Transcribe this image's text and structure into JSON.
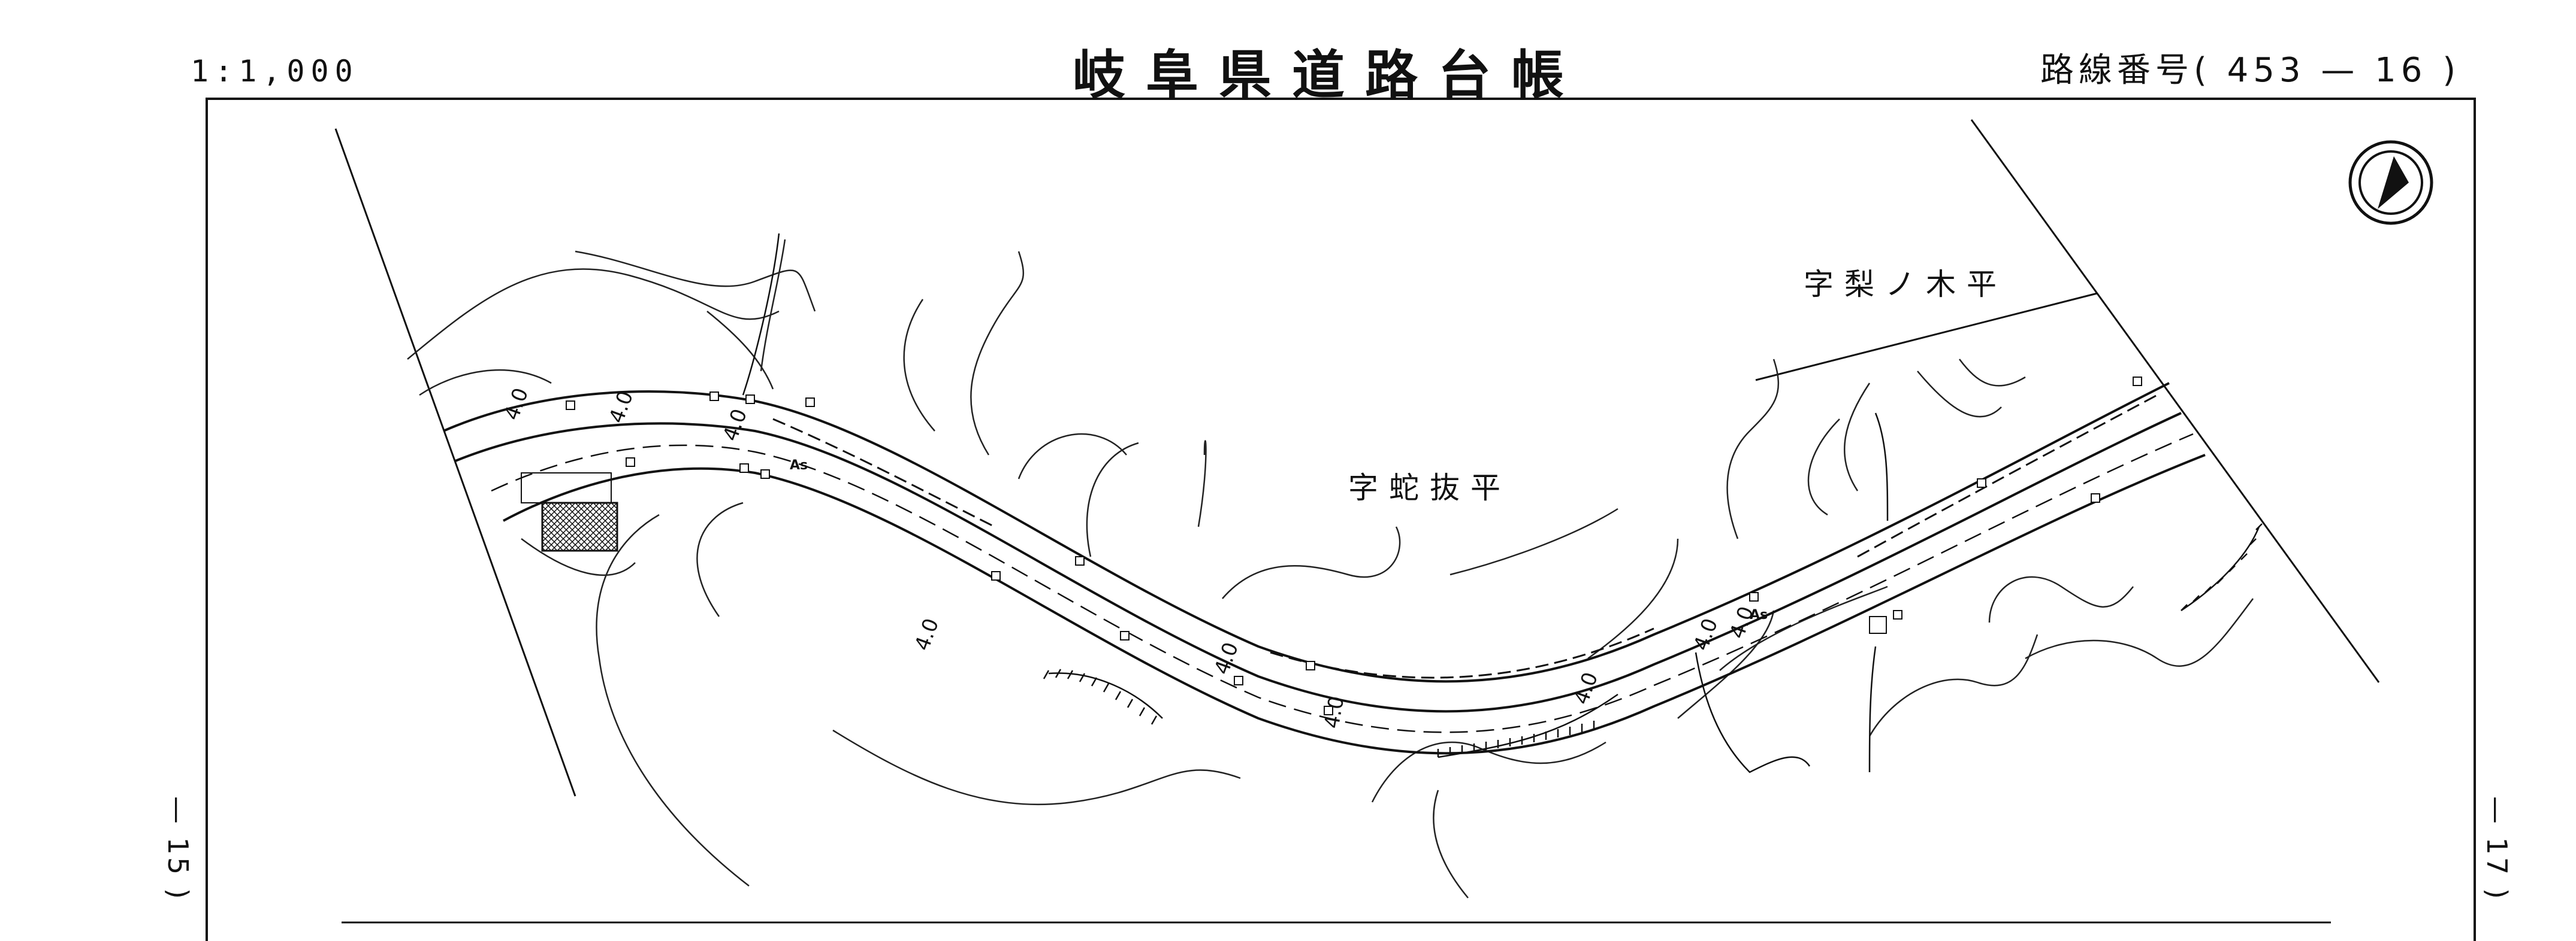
{
  "header": {
    "scale": "1:1,000",
    "title": "岐阜県道路台帳",
    "route_label": "路線番号",
    "route_number": "( 453 — 16 )"
  },
  "page_refs": {
    "left": "— 15 )",
    "right": "— 17 )"
  },
  "place_names": {
    "nashinokidaira": "字梨ノ木平",
    "jaunukidaira": "字蛇抜平"
  },
  "road_labels": {
    "width_values": [
      "4.0",
      "4.0",
      "4.0",
      "4.0",
      "4.0",
      "4.0",
      "4.0",
      "4.0",
      "4.0"
    ],
    "surface": [
      "As",
      "As"
    ]
  },
  "icons": {
    "north_arrow": "north-arrow-icon"
  }
}
